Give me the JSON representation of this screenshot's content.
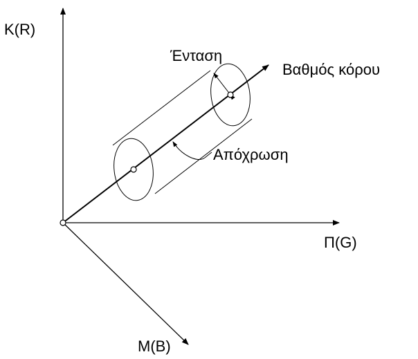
{
  "diagram": {
    "axis_r_label": "K(R)",
    "axis_g_label": "Π(G)",
    "axis_b_label": "M(B)",
    "intensity_label": "Ένταση",
    "saturation_label": "Βαθμός κόρου",
    "hue_label": "Απόχρωση"
  }
}
